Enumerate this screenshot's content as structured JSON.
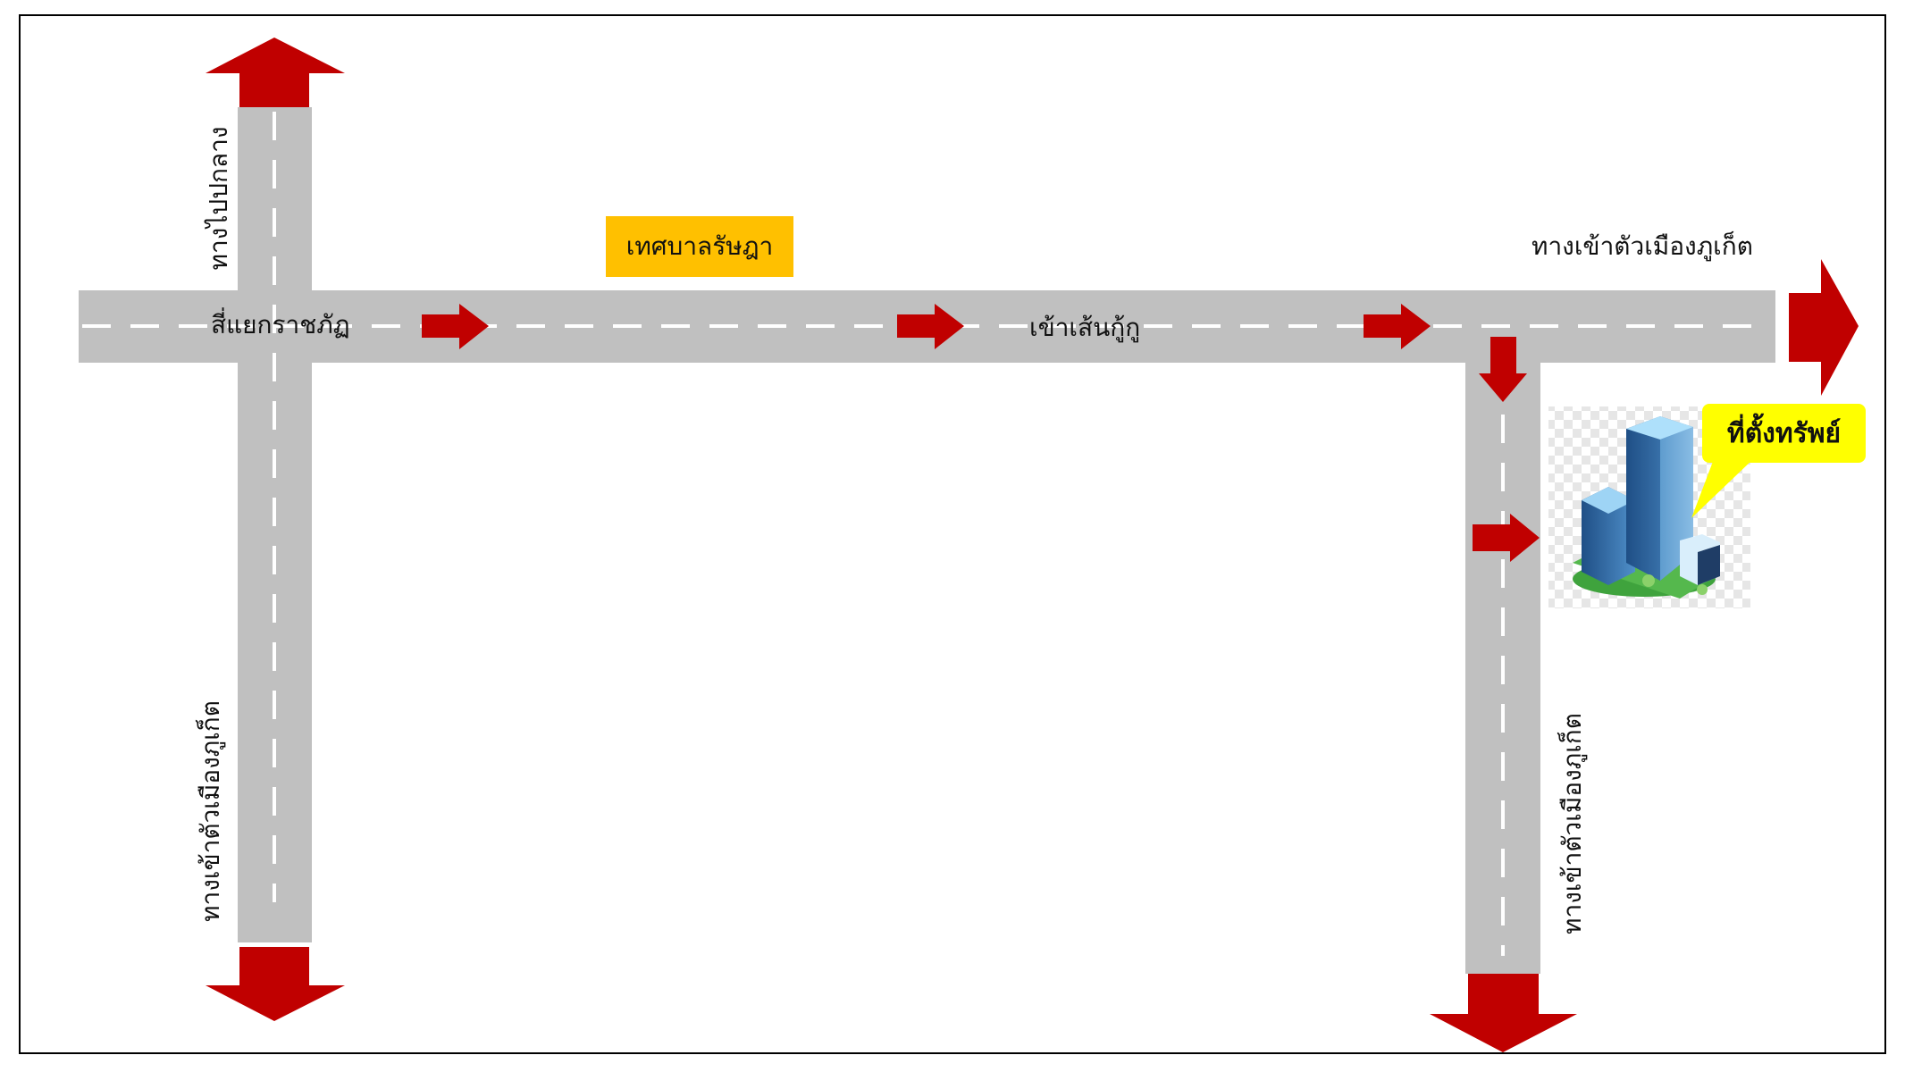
{
  "colors": {
    "road": "#c0c0c0",
    "lane_marking": "#ffffff",
    "arrow": "#c00000",
    "landmark_bg": "#ffc000",
    "callout_bg": "#ffff00",
    "frame": "#000000"
  },
  "labels": {
    "intersection": "สี่แยกราชภัฏ",
    "landmark": "เทศบาลรัษฎา",
    "enter_road": "เข้าเส้นกู้กู",
    "to_city_top_right": "ทางเข้าตัวเมืองภูเก็ต",
    "to_klang": "ทางไปปกลาง",
    "to_city_bottom_left": "ทางเข้าตัวเมืองภูเก็ต",
    "to_city_bottom_right": "ทางเข้าตัวเมืองภูเก็ต"
  },
  "property": {
    "callout": "ที่ตั้งทรัพย์",
    "icon": "office-building-icon"
  }
}
